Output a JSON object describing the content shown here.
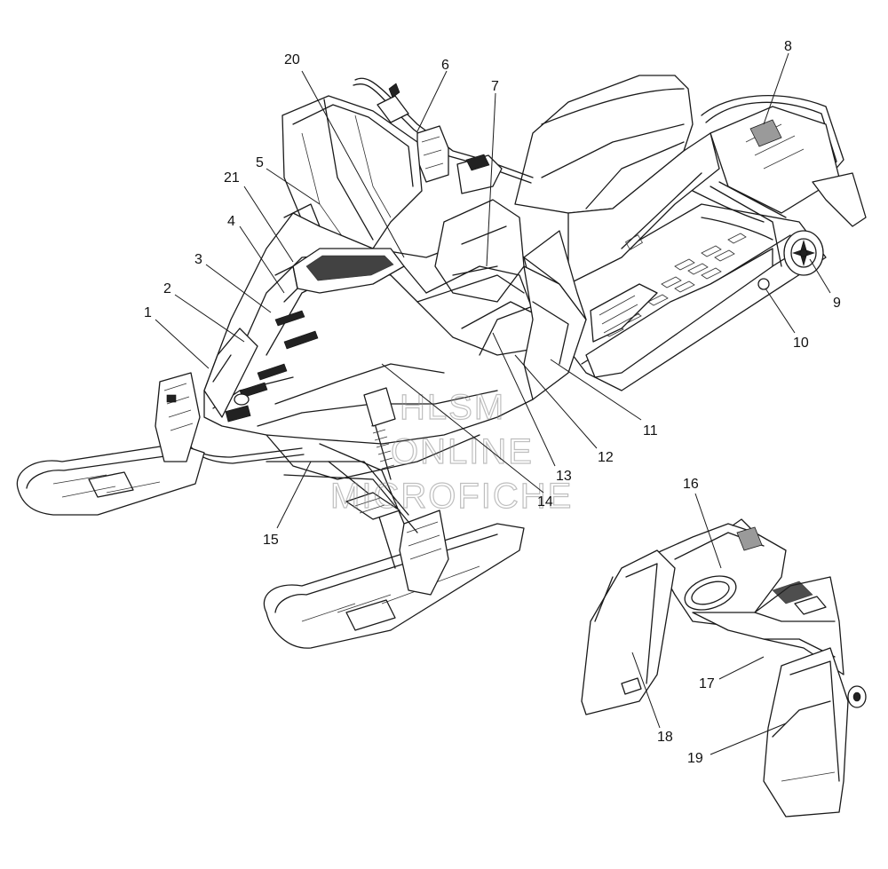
{
  "callouts": {
    "c1": "1",
    "c2": "2",
    "c3": "3",
    "c4": "4",
    "c5": "5",
    "c6": "6",
    "c7": "7",
    "c8": "8",
    "c9": "9",
    "c10": "10",
    "c11": "11",
    "c12": "12",
    "c13": "13",
    "c14": "14",
    "c15": "15",
    "c16": "16",
    "c17": "17",
    "c18": "18",
    "c19": "19",
    "c20": "20",
    "c21": "21"
  },
  "watermark": {
    "line1": "HLSM",
    "line2": "ONLINE",
    "line3": "MICROFICHE"
  },
  "colors": {
    "line": "#1a1a1a",
    "background": "#ffffff",
    "watermark": "#8a8a8a"
  }
}
